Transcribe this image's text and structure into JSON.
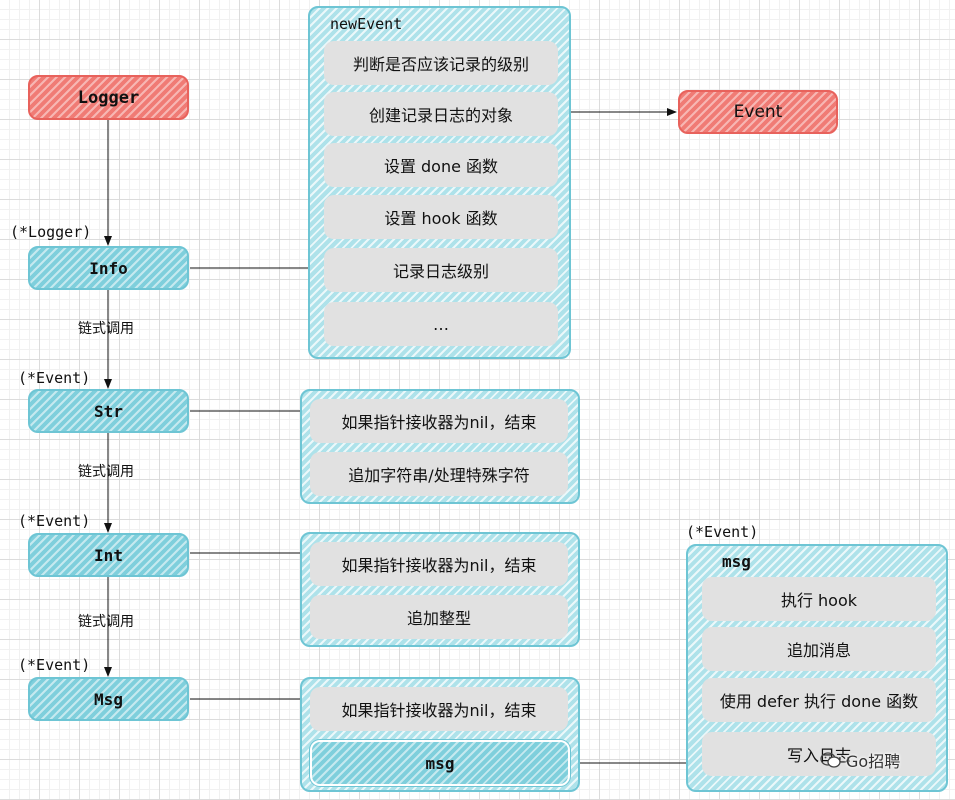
{
  "left_chain": {
    "logger": "Logger",
    "info": "Info",
    "str": "Str",
    "int": "Int",
    "msg": "Msg"
  },
  "type_labels": {
    "logger_ptr": "(*Logger)",
    "event_ptr_str": "(*Event)",
    "event_ptr_int": "(*Event)",
    "event_ptr_msg": "(*Event)",
    "event_ptr_right": "(*Event)"
  },
  "edge_labels": {
    "chain1": "链式调用",
    "chain2": "链式调用",
    "chain3": "链式调用"
  },
  "new_event": {
    "title": "newEvent",
    "steps": [
      "判断是否应该记录的级别",
      "创建记录日志的对象",
      "设置 done 函数",
      "设置 hook 函数",
      "记录日志级别",
      "…"
    ]
  },
  "event_node": "Event",
  "str_group": {
    "steps": [
      "如果指针接收器为nil，结束",
      "追加字符串/处理特殊字符"
    ]
  },
  "int_group": {
    "steps": [
      "如果指针接收器为nil，结束",
      "追加整型"
    ]
  },
  "msg_group": {
    "steps": [
      "如果指针接收器为nil，结束"
    ],
    "msg_button": "msg"
  },
  "msg_detail": {
    "title": "msg",
    "steps": [
      "执行 hook",
      "追加消息",
      "使用 defer 执行 done 函数",
      "写入日志"
    ]
  },
  "watermark": "Go招聘",
  "colors": {
    "red_node": "#f07b75",
    "blue_node": "#7fcfdc",
    "group_bg": "#aee2ea",
    "pill_bg": "#e1e1e1"
  }
}
